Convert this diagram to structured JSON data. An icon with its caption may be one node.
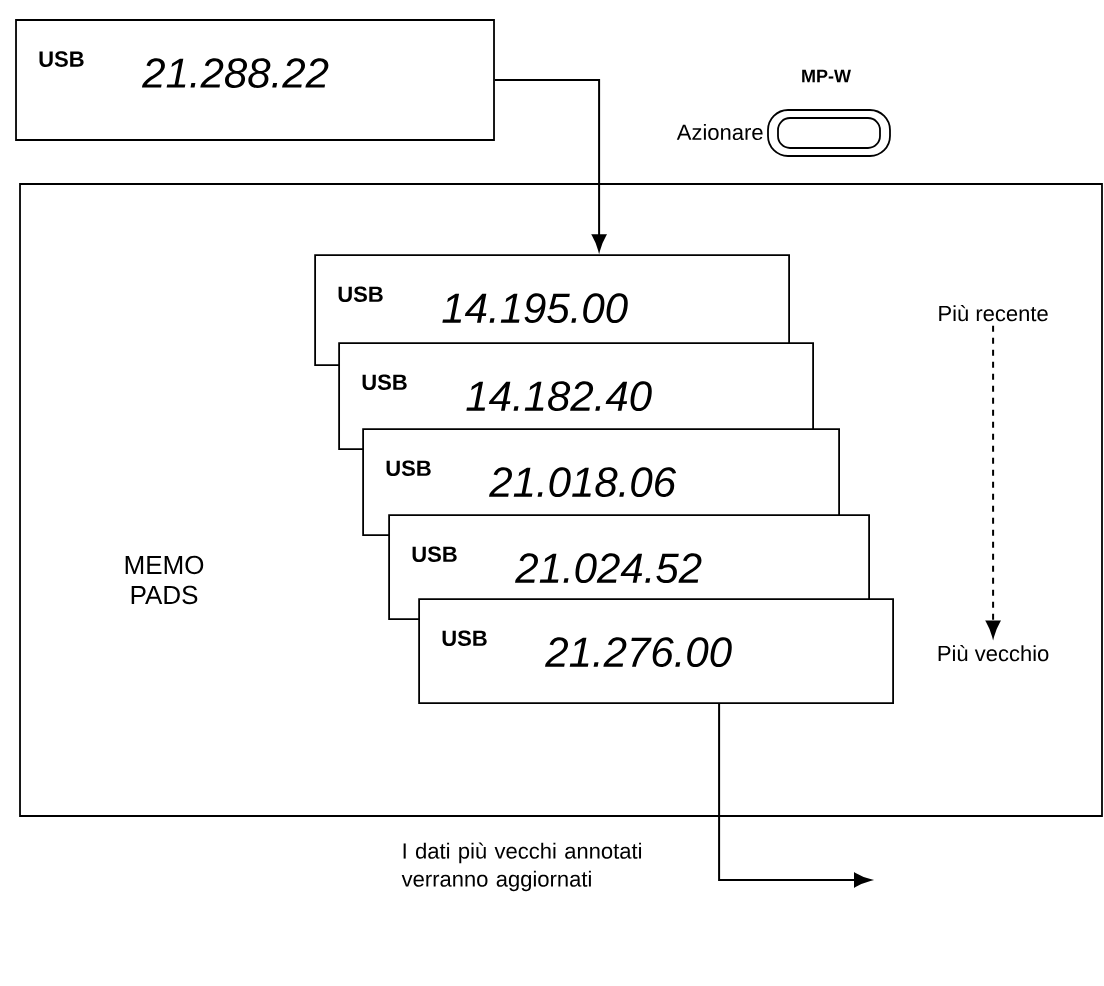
{
  "diagram": {
    "nodes": [
      {
        "text": [
          "USB",
          "21.288.22"
        ]
      },
      {
        "text": [
          "MEMO PADS"
        ]
      },
      {
        "text": [
          "USB",
          "14.195.00"
        ],
        "in": 1
      },
      {
        "text": [
          "USB",
          "14.182.40"
        ],
        "in": 1
      },
      {
        "text": [
          "USB",
          "21.018.06"
        ],
        "in": 1
      },
      {
        "text": [
          "USB",
          "21.024.52"
        ],
        "in": 1
      },
      {
        "text": [
          "USB",
          "21.276.00"
        ],
        "in": 1
      },
      {
        "text": [
          "Più recente"
        ],
        "in": 1
      },
      {
        "text": [
          "Più vecchio"
        ],
        "in": 1
      }
    ],
    "edges": [
      {
        "from": 0,
        "to": 2,
        "arrow": "to"
      },
      {
        "from": 7,
        "to": 8,
        "arrow": "to",
        "style": "dashed"
      },
      {
        "from": 6,
        "to": null,
        "arrow": "to",
        "label": "I dati più vecchi annotati verranno aggiornati"
      }
    ],
    "labels": [
      "MP-W",
      "Azionare"
    ]
  }
}
